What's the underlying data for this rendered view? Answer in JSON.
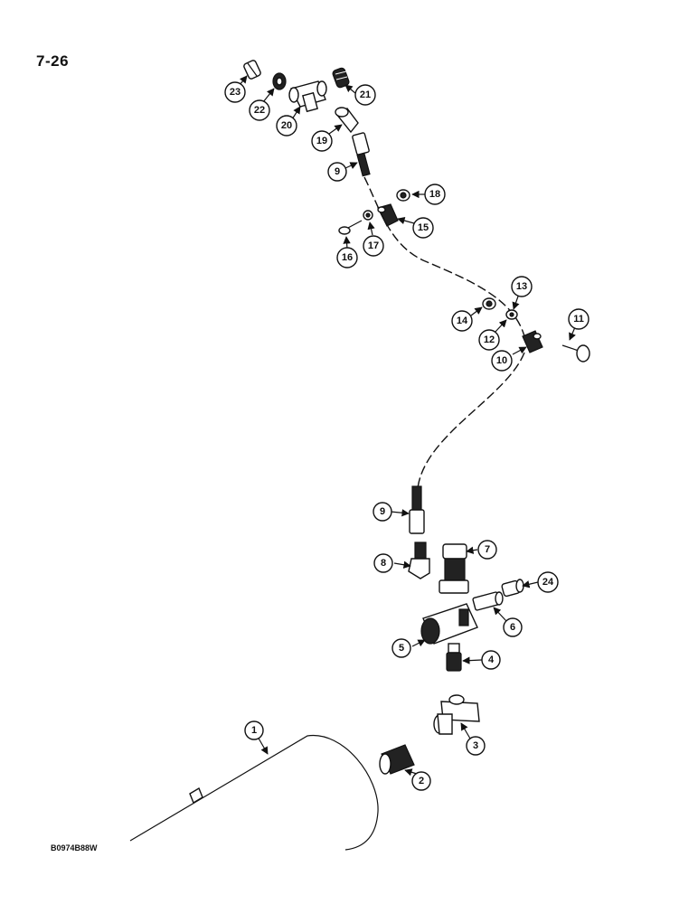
{
  "page_number": "7-26",
  "figure_code": "B0974B88W",
  "callouts": [
    {
      "label": "1"
    },
    {
      "label": "2"
    },
    {
      "label": "3"
    },
    {
      "label": "4"
    },
    {
      "label": "5"
    },
    {
      "label": "6"
    },
    {
      "label": "7"
    },
    {
      "label": "8"
    },
    {
      "label": "9"
    },
    {
      "label": "9"
    },
    {
      "label": "10"
    },
    {
      "label": "11"
    },
    {
      "label": "12"
    },
    {
      "label": "13"
    },
    {
      "label": "14"
    },
    {
      "label": "15"
    },
    {
      "label": "16"
    },
    {
      "label": "17"
    },
    {
      "label": "18"
    },
    {
      "label": "19"
    },
    {
      "label": "20"
    },
    {
      "label": "21"
    },
    {
      "label": "22"
    },
    {
      "label": "23"
    },
    {
      "label": "24"
    }
  ]
}
